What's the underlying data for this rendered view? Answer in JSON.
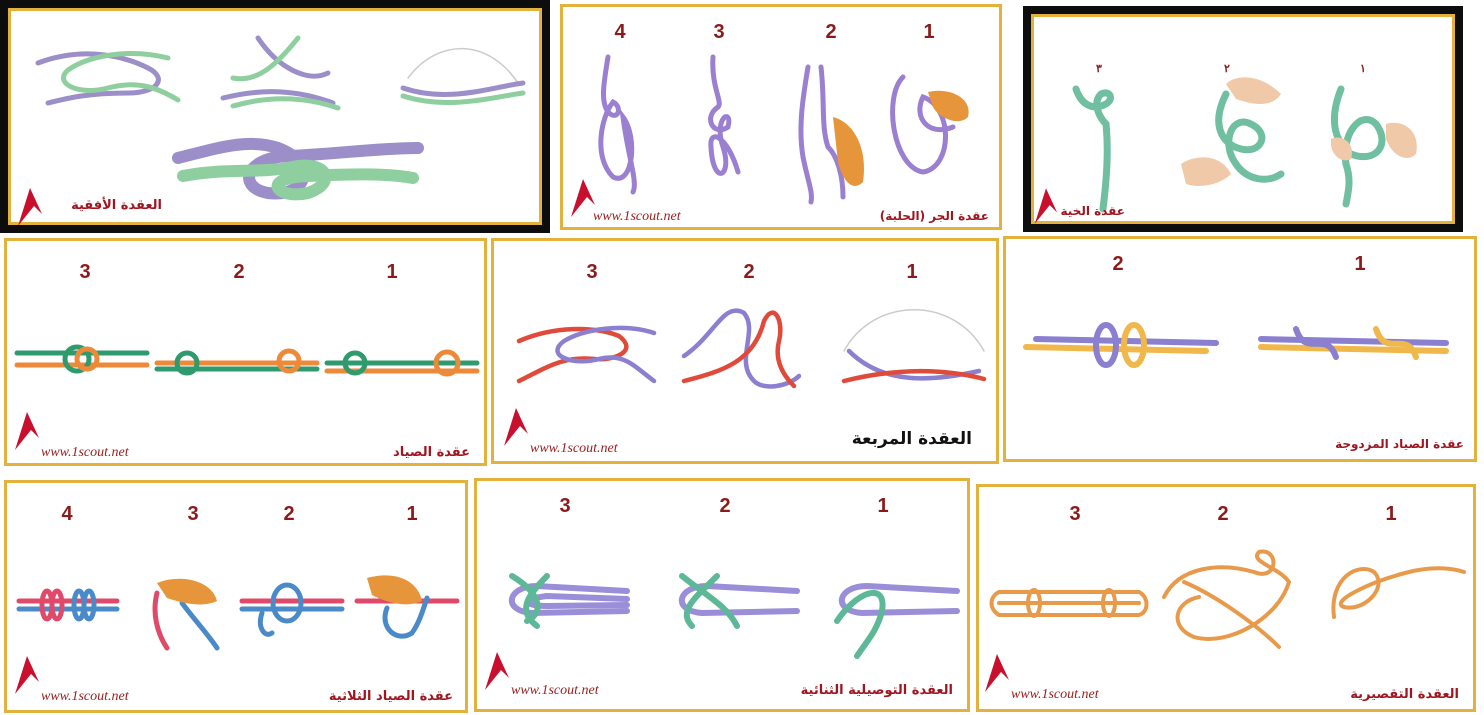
{
  "site": "www.1scout.net",
  "colors": {
    "border": "#e3b23c",
    "label": "#a0151f",
    "step": "#8b1a1a",
    "logo": "#c8102e"
  },
  "panels": [
    {
      "id": "p1",
      "title": "العقدة الأفقية",
      "steps": [],
      "show_site": false
    },
    {
      "id": "p2",
      "title": "عقدة الجر (الحلبة)",
      "steps": [
        "4",
        "3",
        "2",
        "1"
      ],
      "show_site": true
    },
    {
      "id": "p3",
      "title": "عقدة الخية",
      "steps": [
        "٣",
        "٢",
        "١"
      ],
      "show_site": false
    },
    {
      "id": "p4",
      "title": "عقدة الصياد",
      "steps": [
        "3",
        "2",
        "1"
      ],
      "show_site": true
    },
    {
      "id": "p5",
      "title": "العقدة المربعة",
      "steps": [
        "3",
        "2",
        "1"
      ],
      "show_site": true
    },
    {
      "id": "p6",
      "title": "عقدة الصياد المزدوجة",
      "steps": [
        "2",
        "1"
      ],
      "show_site": false
    },
    {
      "id": "p7",
      "title": "عقدة الصياد الثلاثية",
      "steps": [
        "4",
        "3",
        "2",
        "1"
      ],
      "show_site": true
    },
    {
      "id": "p8",
      "title": "العقدة التوصيلية الثنائية",
      "steps": [
        "3",
        "2",
        "1"
      ],
      "show_site": true
    },
    {
      "id": "p9",
      "title": "العقدة التقصيرية",
      "steps": [
        "3",
        "2",
        "1"
      ],
      "show_site": true
    }
  ]
}
